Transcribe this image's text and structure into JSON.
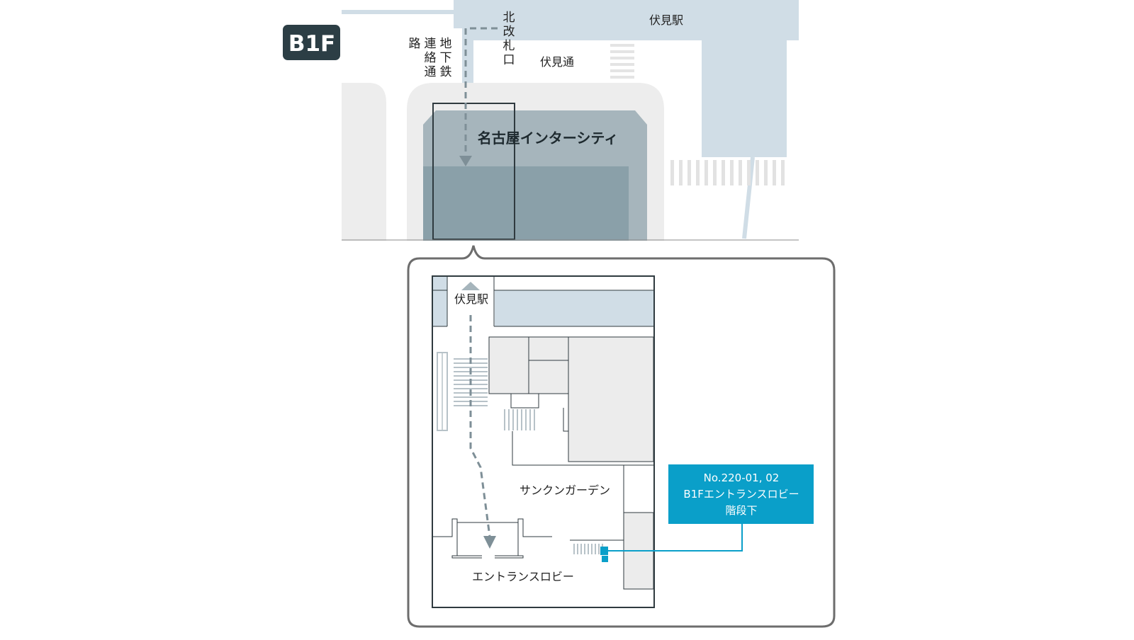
{
  "floor_badge": "B1F",
  "overview": {
    "station_label": "伏見駅",
    "street_label": "伏見通",
    "north_gate_label": "北改札口",
    "subway_passage_label": "地下鉄連絡通路",
    "building_label": "名古屋インターシティ"
  },
  "detail": {
    "station_label": "伏見駅",
    "garden_label": "サンクンガーデン",
    "lobby_label": "エントランスロビー"
  },
  "callout": {
    "line1": "No.220-01, 02",
    "line2": "B1Fエントランスロビー",
    "line3": "階段下"
  },
  "colors": {
    "badge": "#2c3e45",
    "station_area": "#d0dde6",
    "building_top": "#a6b5bc",
    "building_bottom": "#8aa0a9",
    "road_gray": "#ededed",
    "outline": "#2f3a3f",
    "route": "#7e8f97",
    "callout": "#0a9fc9"
  }
}
